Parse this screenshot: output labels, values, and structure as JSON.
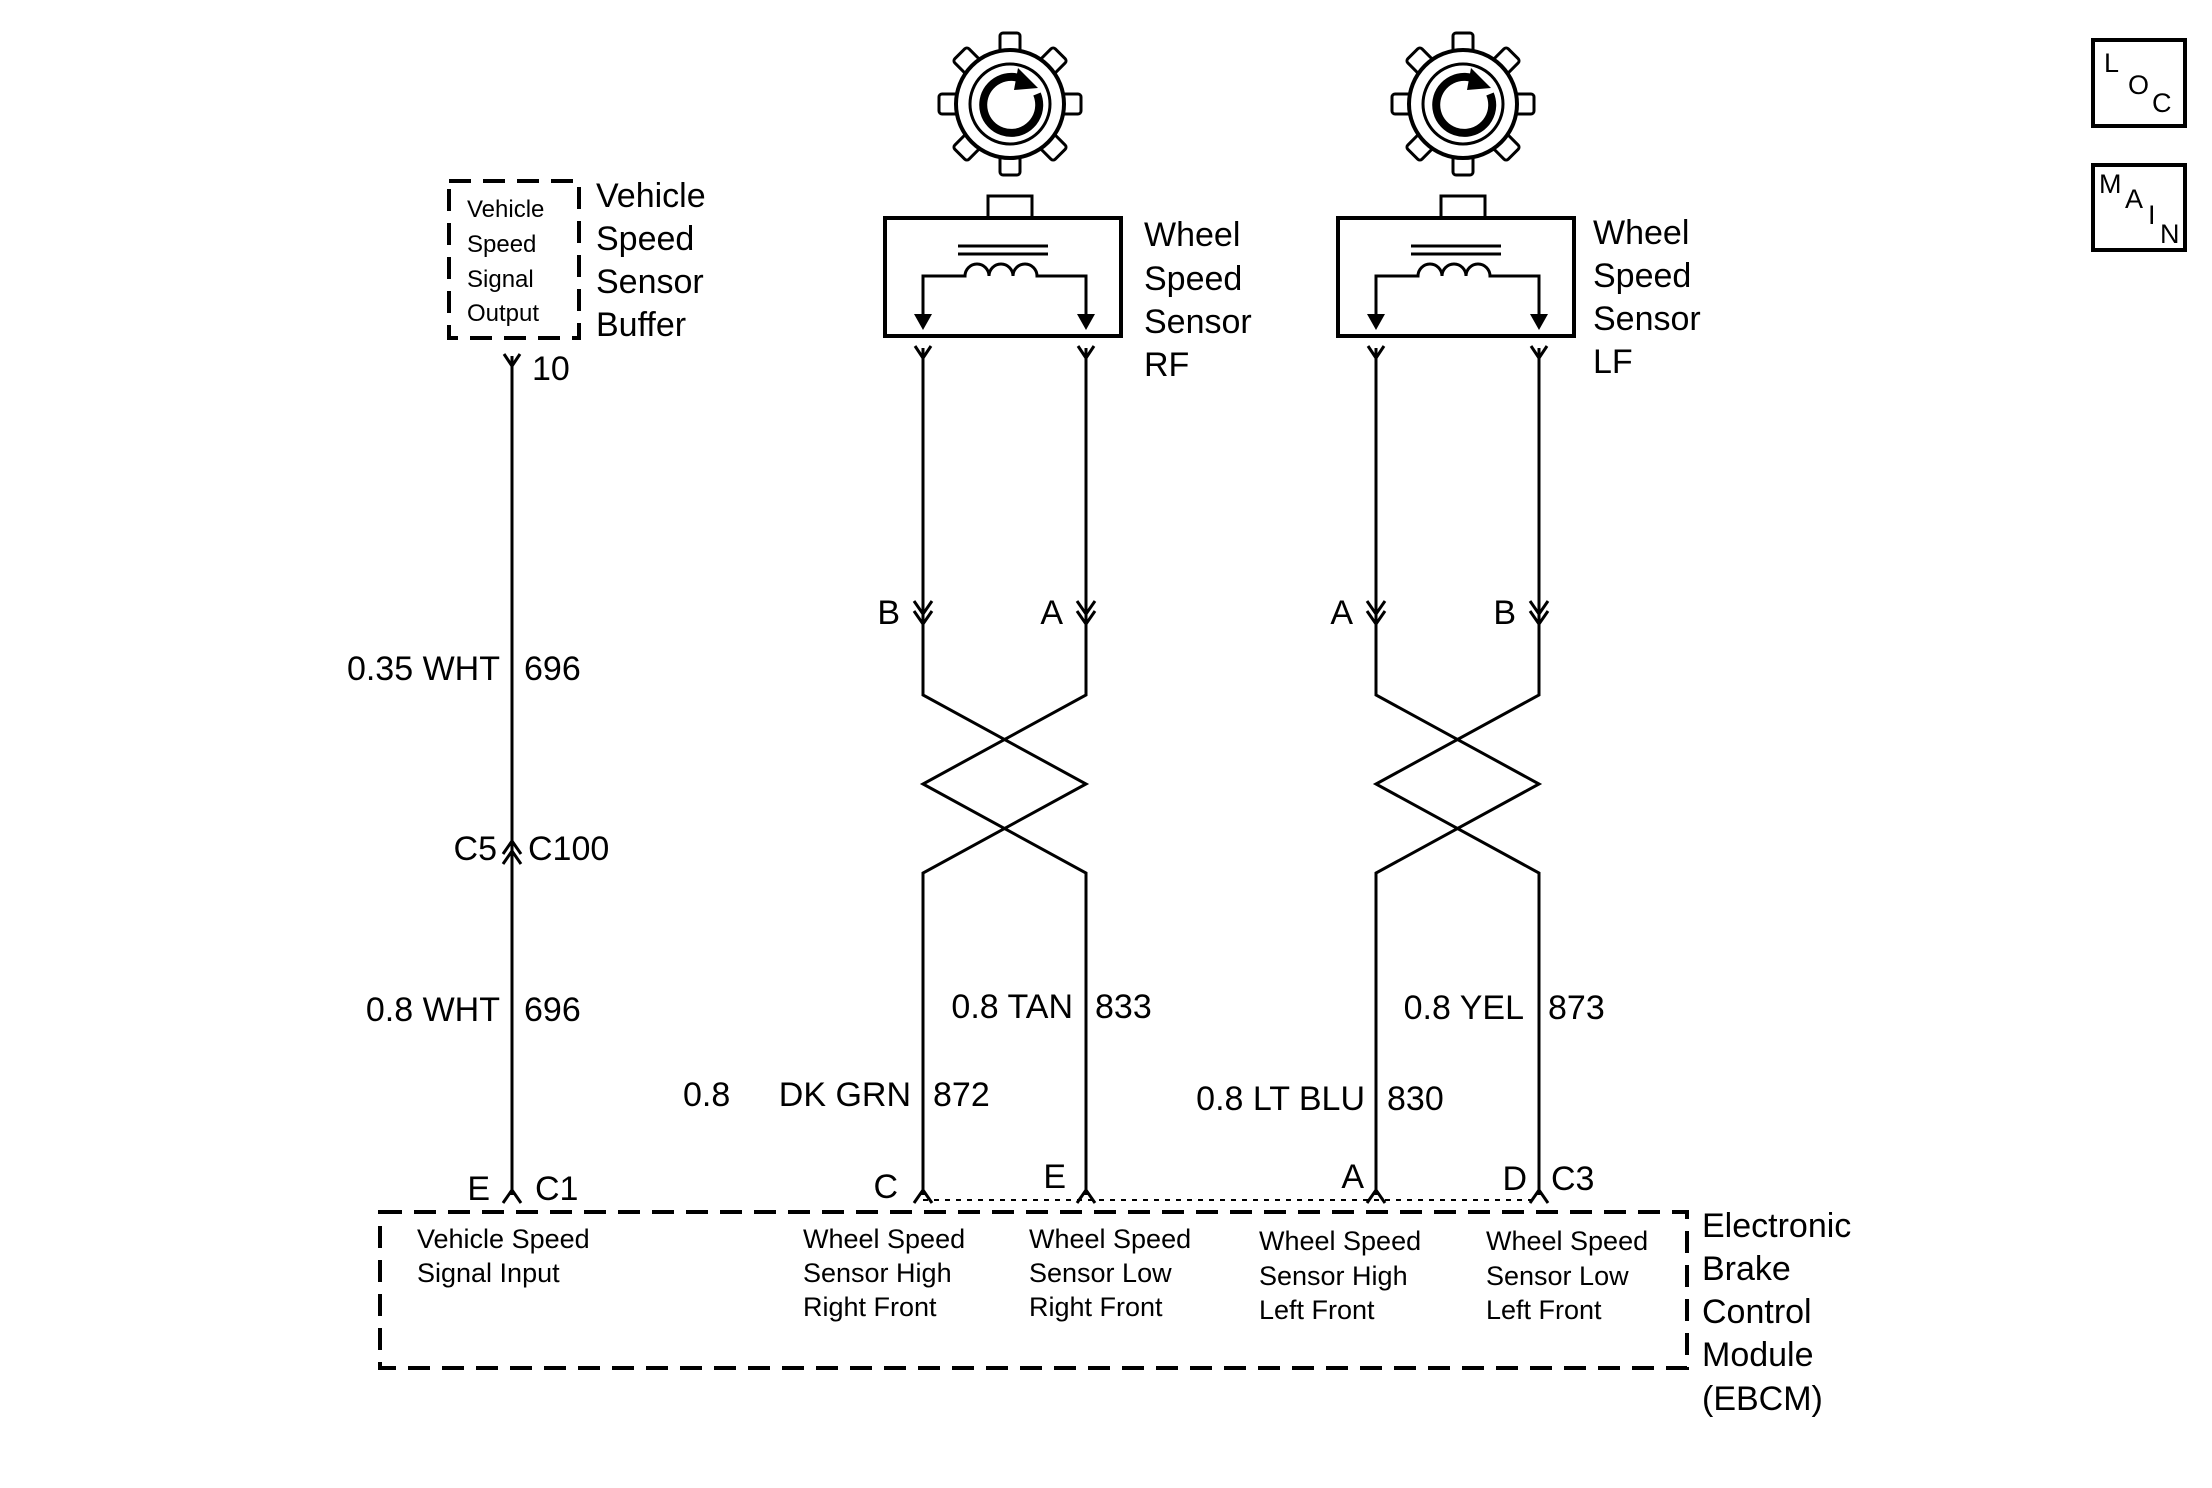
{
  "nav_buttons": {
    "loc": [
      "L",
      "O",
      "C"
    ],
    "main": [
      "M",
      "A",
      "I",
      "N"
    ]
  },
  "vss_buffer": {
    "inner_label": [
      "Vehicle",
      "Speed",
      "Signal",
      "Output"
    ],
    "name": [
      "Vehicle",
      "Speed",
      "Sensor",
      "Buffer"
    ],
    "pin": "10"
  },
  "rf_sensor": {
    "name": [
      "Wheel",
      "Speed",
      "Sensor",
      "RF"
    ],
    "pin_left": "B",
    "pin_right": "A"
  },
  "lf_sensor": {
    "name": [
      "Wheel",
      "Speed",
      "Sensor",
      "LF"
    ],
    "pin_left": "A",
    "pin_right": "B"
  },
  "wires": {
    "vss_upper_size_color": "0.35 WHT",
    "vss_upper_circuit": "696",
    "vss_conn_left": "C5",
    "vss_conn_right": "C100",
    "vss_lower_size_color": "0.8 WHT",
    "vss_lower_circuit": "696",
    "rf_high_size": "0.8",
    "rf_high_color": "DK GRN",
    "rf_high_circuit": "872",
    "rf_low_size_color": "0.8 TAN",
    "rf_low_circuit": "833",
    "lf_high_size_color": "0.8 LT BLU",
    "lf_high_circuit": "830",
    "lf_low_size_color": "0.8 YEL",
    "lf_low_circuit": "873"
  },
  "ebcm": {
    "name": [
      "Electronic",
      "Brake",
      "Control",
      "Module",
      "(EBCM)"
    ],
    "c1_pin": "E",
    "c1_connector": "C1",
    "c3_connector": "C3",
    "pins": [
      "C",
      "E",
      "A",
      "D"
    ],
    "functions": [
      [
        "Vehicle Speed",
        "Signal Input"
      ],
      [
        "Wheel Speed",
        "Sensor High",
        "Right Front"
      ],
      [
        "Wheel Speed",
        "Sensor Low",
        "Right Front"
      ],
      [
        "Wheel Speed",
        "Sensor High",
        "Left Front"
      ],
      [
        "Wheel Speed",
        "Sensor Low",
        "Left Front"
      ]
    ]
  }
}
